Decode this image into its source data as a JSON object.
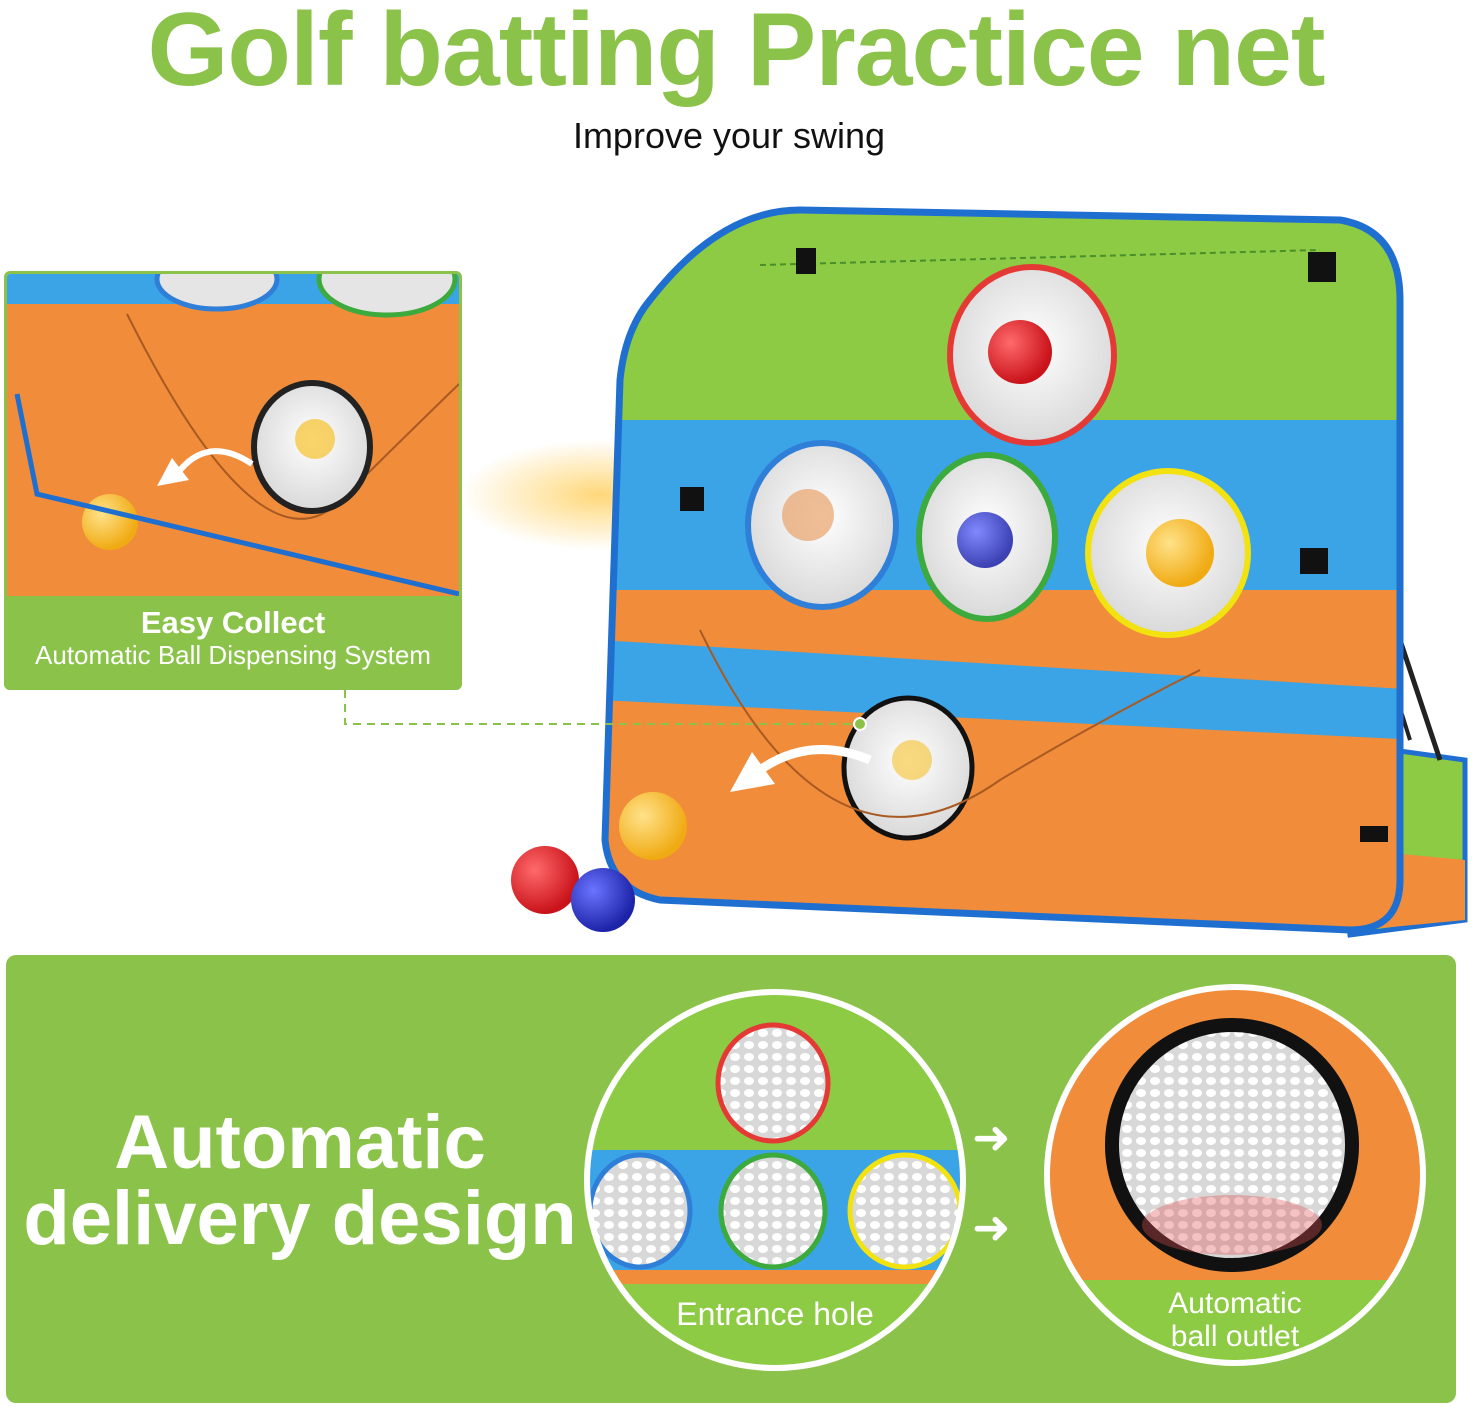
{
  "header": {
    "title": "Golf batting Practice net",
    "subtitle": "Improve your swing"
  },
  "callout": {
    "title": "Easy Collect",
    "subtitle": "Automatic Ball Dispensing System"
  },
  "feature": {
    "title_line1": "Automatic",
    "title_line2": "delivery design",
    "entrance_label": "Entrance hole",
    "outlet_label_line1": "Automatic",
    "outlet_label_line2": "ball outlet"
  },
  "colors": {
    "accent_green": "#8bc34a",
    "net_green": "#8ccb43",
    "net_blue": "#3aa4e6",
    "net_orange": "#f08c3a",
    "frame_blue": "#1f6fd1",
    "ring_red": "#e53935",
    "ring_blue": "#2f7fd8",
    "ring_green": "#3caa3c",
    "ring_yellow": "#f2e20f",
    "ring_black": "#111111",
    "ball_red": "#e31b23",
    "ball_blue": "#2632c8",
    "ball_yellow": "#f5c22b"
  },
  "icons": {
    "arrow": "right-arrow-icon",
    "curved_arrow": "curved-arrow-icon"
  }
}
